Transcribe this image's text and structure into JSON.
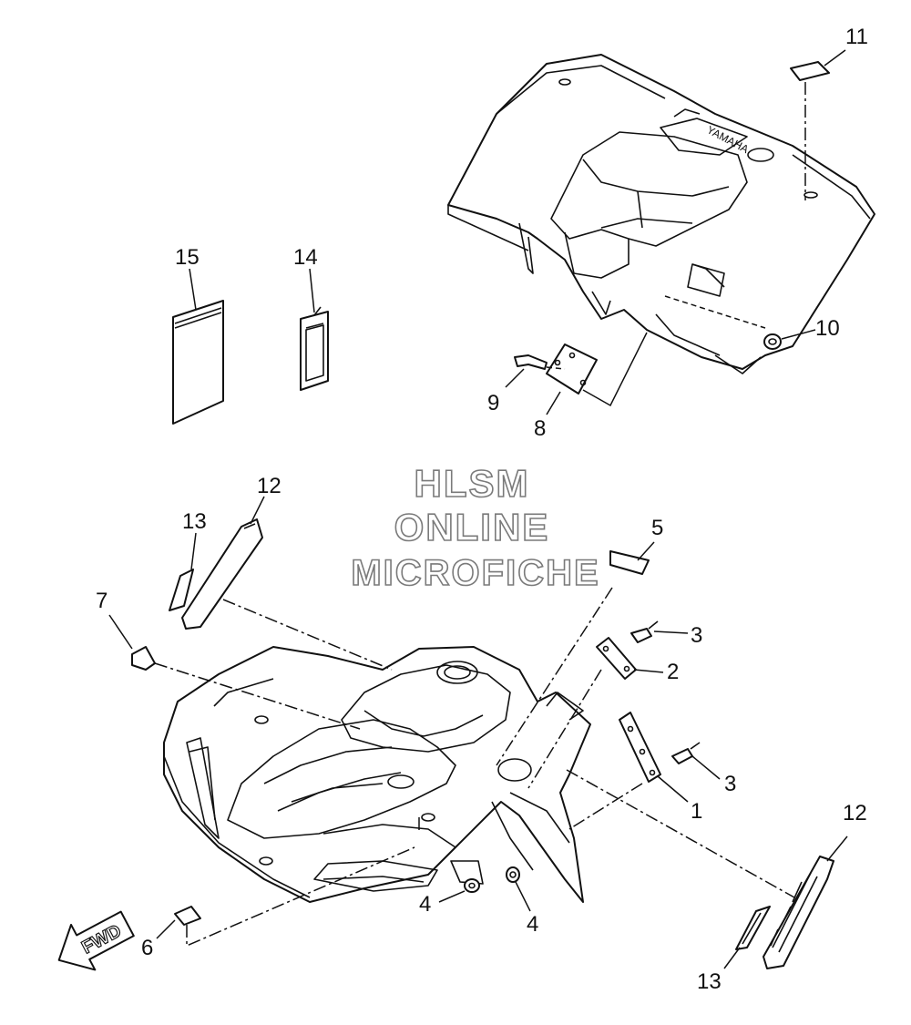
{
  "watermark": {
    "line1": "HLSM",
    "line2": "ONLINE",
    "line3": "MICROFICHE"
  },
  "fwd_label": "FWD",
  "emboss_text": "YAMAHA",
  "callouts": {
    "c1": "1",
    "c2": "2",
    "c3a": "3",
    "c3b": "3",
    "c4a": "4",
    "c4b": "4",
    "c5": "5",
    "c6": "6",
    "c7": "7",
    "c8": "8",
    "c9": "9",
    "c10": "10",
    "c11": "11",
    "c12a": "12",
    "c12b": "12",
    "c13a": "13",
    "c13b": "13",
    "c14": "14",
    "c15": "15"
  }
}
